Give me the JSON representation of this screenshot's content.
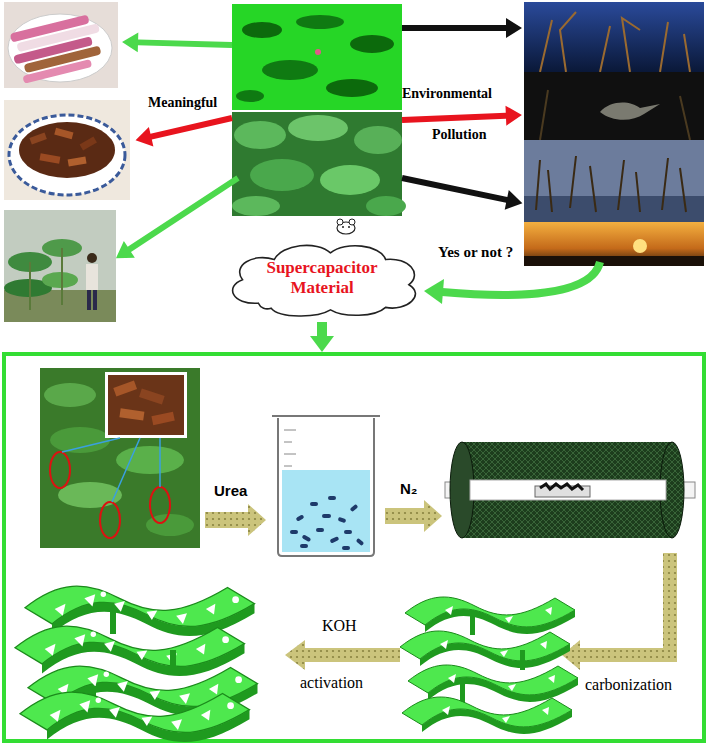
{
  "diagram": {
    "nodes": [
      {
        "text": [
          "Supercapacitor Material"
        ]
      }
    ],
    "labels": [
      "Meaningful",
      "Environmental",
      "Pollution",
      "Yes or not ?",
      "Urea",
      "N₂",
      "carbonization",
      "KOH",
      "activation"
    ]
  }
}
